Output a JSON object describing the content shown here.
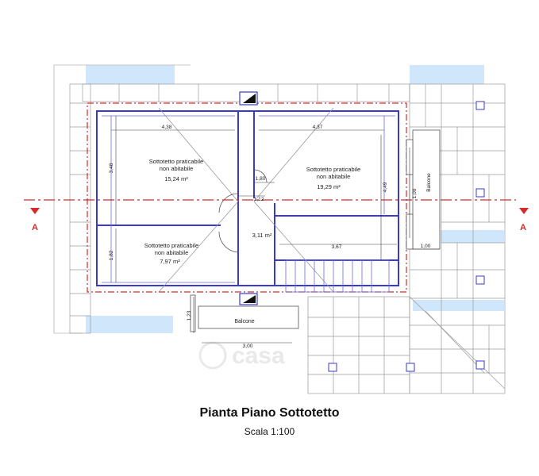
{
  "title": "Pianta Piano Sottotetto",
  "scale": "Scala 1:100",
  "section_marker": "A",
  "watermark": "casa",
  "colors": {
    "wall_blue": "#3a3ad0",
    "wall_inner": "#6a6ae8",
    "dash_red": "#d42a2a",
    "sky": "#cfe6fb",
    "roof_line": "#9a9a9a",
    "ink": "#222222"
  },
  "rooms": [
    {
      "name": "Sottotetto praticabile",
      "note": "non abitabile",
      "area": "15,24 m²"
    },
    {
      "name": "Sottotetto praticabile",
      "note": "non abitabile",
      "area": "19,29 m²"
    },
    {
      "name": "Sottotetto praticabile",
      "note": "non abitabile",
      "area": "7,97 m²"
    },
    {
      "name": "",
      "note": "",
      "area": "3,11 m²"
    }
  ],
  "balconies": [
    "Balcone",
    "Balcone"
  ],
  "dimensions": [
    "4,38",
    "4,37",
    "3,48",
    "1,82",
    "4,49",
    "1,80",
    "1,12",
    "3,67",
    "1,00",
    "1,00",
    "1,23",
    "3,00"
  ]
}
